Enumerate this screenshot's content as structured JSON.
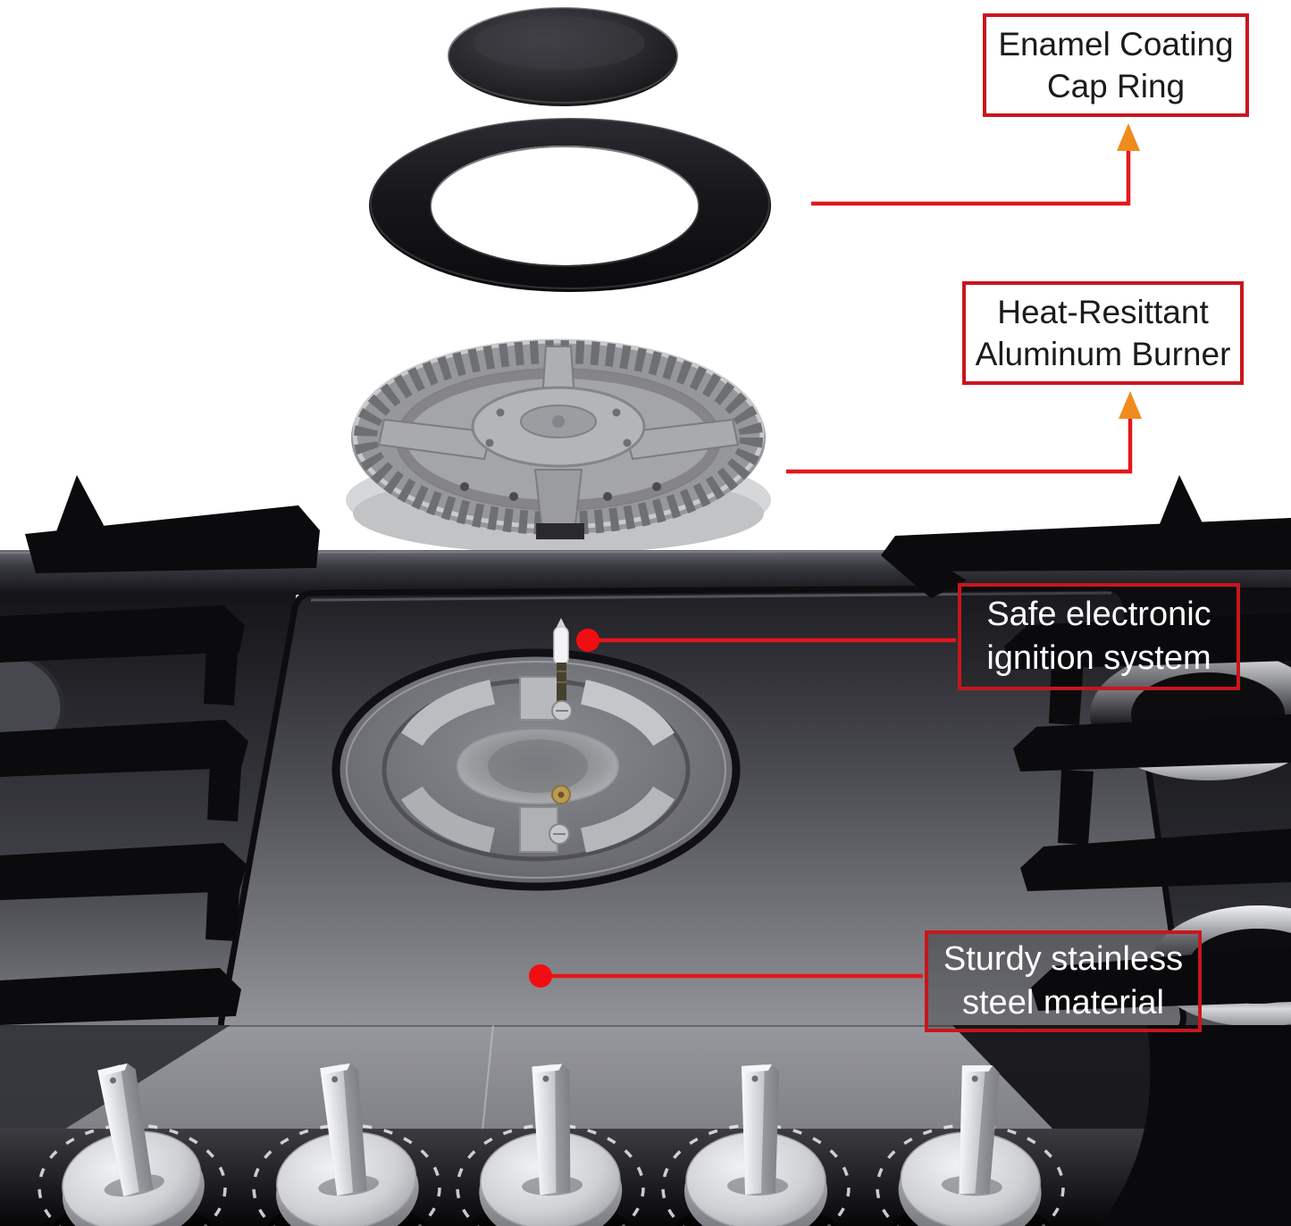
{
  "callouts": [
    {
      "id": "cap-ring",
      "line1": "Enamel Coating",
      "line2": "Cap Ring",
      "style": "light"
    },
    {
      "id": "aluminum-burner",
      "line1": "Heat-Resittant",
      "line2": "Aluminum Burner",
      "style": "light"
    },
    {
      "id": "ignition",
      "line1": "Safe electronic",
      "line2": "ignition system",
      "style": "dark"
    },
    {
      "id": "steel",
      "line1": "Sturdy stainless",
      "line2": "steel material",
      "style": "dark"
    }
  ],
  "colors": {
    "background": "#ffffff",
    "callout_border": "#c8161d",
    "leader_line": "#e5161d",
    "arrow_head": "#ef8c1e",
    "marker_dot": "#f20d12",
    "callout_text_dark": "#1b1b1b",
    "callout_text_light": "#ffffff",
    "burner_cap": "#232327",
    "aluminum": "#a6a7aa",
    "cooktop_black": "#17171a",
    "knob_chrome": "#d9dadd"
  },
  "controls": {
    "knob_count": 5
  }
}
